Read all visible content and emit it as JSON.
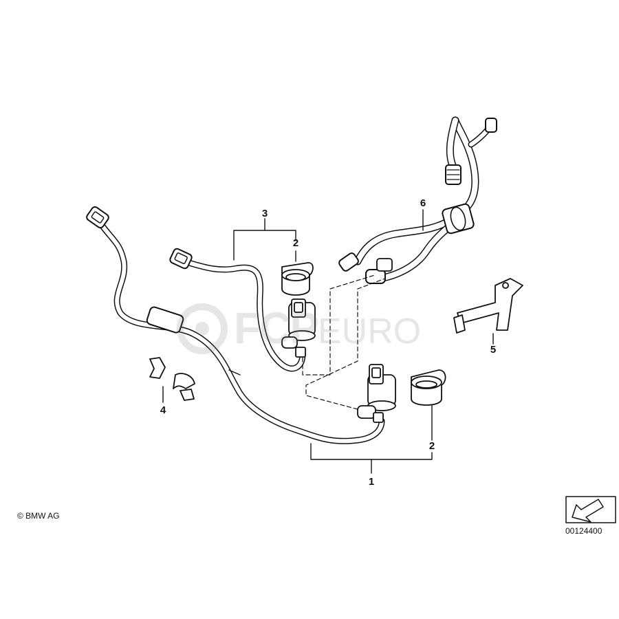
{
  "callouts": {
    "c1": "1",
    "c2_upper": "2",
    "c2_lower": "2",
    "c3": "3",
    "c4": "4",
    "c5": "5",
    "c6": "6"
  },
  "footer": {
    "copyright": "© BMW AG",
    "diagram_number": "00124400"
  },
  "watermark": {
    "text_bold": "FCP",
    "text_thin": "EURO"
  },
  "icons": {
    "orientation": "arrow-icon",
    "watermark": "fcp-logo-icon"
  },
  "colors": {
    "line": "#111111",
    "watermark": "#7a7a7a"
  }
}
